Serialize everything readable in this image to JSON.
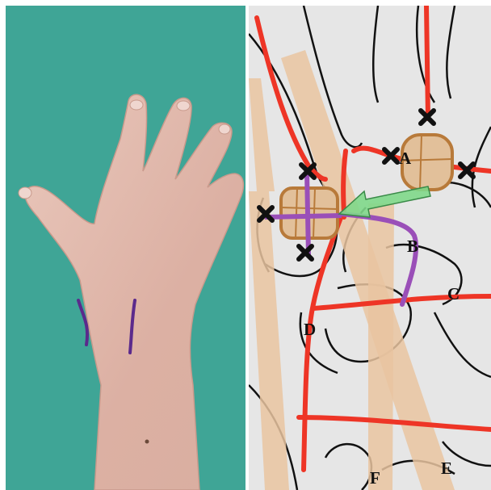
{
  "figure": {
    "left_panel": {
      "content": "photo-dorsal-hand-with-marked-incisions",
      "background_color": "#3fa596",
      "marking_color": "#5b2a8c"
    },
    "right_panel": {
      "content": "anatomical-schematic",
      "background_color": "#e6e6e6",
      "colors": {
        "bone_outline": "#111111",
        "vessel": "#ee3526",
        "tendon": "#e9c4a0",
        "route": "#9a4fb8",
        "graft": "#b87a3a",
        "arrow": "#7fd88a",
        "cross": "#111111"
      },
      "labels": {
        "A": "A",
        "B": "B",
        "C": "C",
        "D": "D",
        "E": "E",
        "F": "F"
      }
    }
  }
}
